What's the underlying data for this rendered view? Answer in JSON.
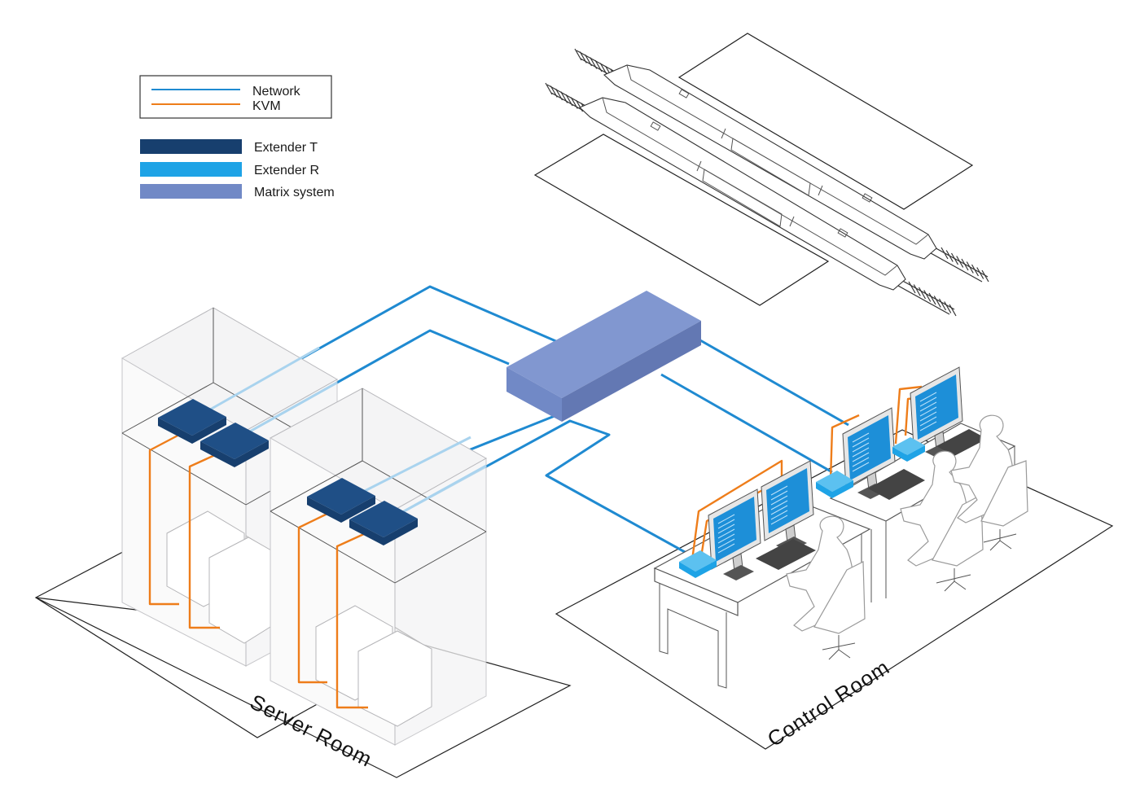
{
  "legend": {
    "items": [
      {
        "label": "Network",
        "kind": "line",
        "color": "#1f8ad1"
      },
      {
        "label": "KVM",
        "kind": "line",
        "color": "#ee7d1a"
      },
      {
        "label": "Extender T",
        "kind": "swatch",
        "color": "#173f6e"
      },
      {
        "label": "Extender R",
        "kind": "swatch",
        "color": "#1ea3e6"
      },
      {
        "label": "Matrix system",
        "kind": "swatch",
        "color": "#7189c6"
      }
    ]
  },
  "rooms": {
    "server_room": "Server Room",
    "control_room": "Control Room"
  },
  "colors": {
    "network": "#1f8ad1",
    "network_fade": "#a9d3ee",
    "kvm": "#ee7d1a",
    "extender_t": "#173f6e",
    "extender_t_top": "#1f4f86",
    "extender_r": "#1ea3e6",
    "extender_r_top": "#5cc1f0",
    "matrix_top": "#8197d0",
    "matrix_front": "#7189c6",
    "matrix_side": "#6378b3",
    "monitor_screen": "#1d8fd8"
  }
}
